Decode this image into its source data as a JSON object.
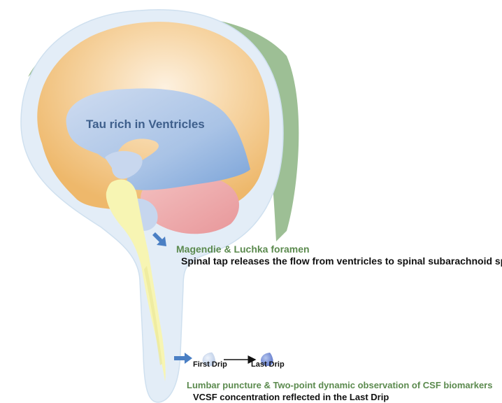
{
  "colors": {
    "outer_membrane": "#9dbf95",
    "csf_space": "#e3edf7",
    "cortex": "#f2c27c",
    "cortex_highlight": "#fbe8cf",
    "ventricles": "#a6c2e6",
    "thalamus": "#f0a7a9",
    "spinal_cord": "#f7f5b3",
    "arrow": "#4a7fc4",
    "label_green": "#5b8a4e",
    "ventricle_text": "#3e5f8c",
    "body_text": "#111111"
  },
  "labels": {
    "ventricles": "Tau rich in Ventricles",
    "foramen_title": "Magendie & Luchka foramen",
    "foramen_desc": "Spinal tap releases the flow from ventricles to spinal subarachnoid space",
    "first_drip": "First Drip",
    "last_drip": "Last Drip",
    "lp_title": "Lumbar puncture & Two-point dynamic observation of CSF biomarkers",
    "lp_desc": "VCSF concentration reflected in the Last Drip"
  }
}
